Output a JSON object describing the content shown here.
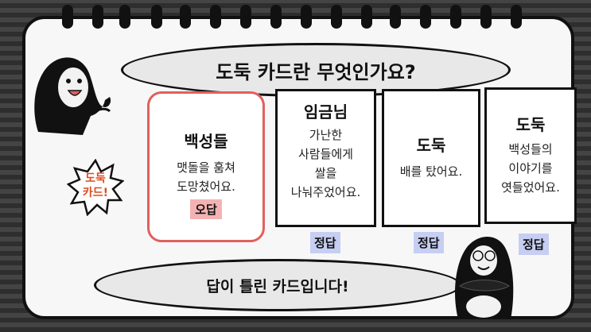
{
  "title": "도둑 카드란 무엇인가요?",
  "answer_text": "답이 틀린 카드입니다!",
  "starburst": {
    "line1": "도둑",
    "line2": "카드!"
  },
  "cards": [
    {
      "head": "백성들",
      "lines": [
        "맷돌을 훔쳐",
        "도망쳤어요."
      ],
      "badge": "오답"
    },
    {
      "head": "임금님",
      "lines": [
        "가난한",
        "사람들에게",
        "쌀을",
        "나눠주었어요."
      ],
      "badge": "정답"
    },
    {
      "head": "도둑",
      "lines": [
        "배를 탔어요."
      ],
      "badge": "정답"
    },
    {
      "head": "도둑",
      "lines": [
        "백성들의",
        "이야기를",
        "엿들었어요."
      ],
      "badge": "정답"
    }
  ],
  "colors": {
    "wrong_border": "#e0605e",
    "wrong_badge": "#f4b3b3",
    "right_badge": "#c6cef2",
    "burst": "#e04a1e"
  },
  "icons": [
    "penguin-mascot-icon",
    "spiral-ring-icon",
    "starburst-icon"
  ]
}
